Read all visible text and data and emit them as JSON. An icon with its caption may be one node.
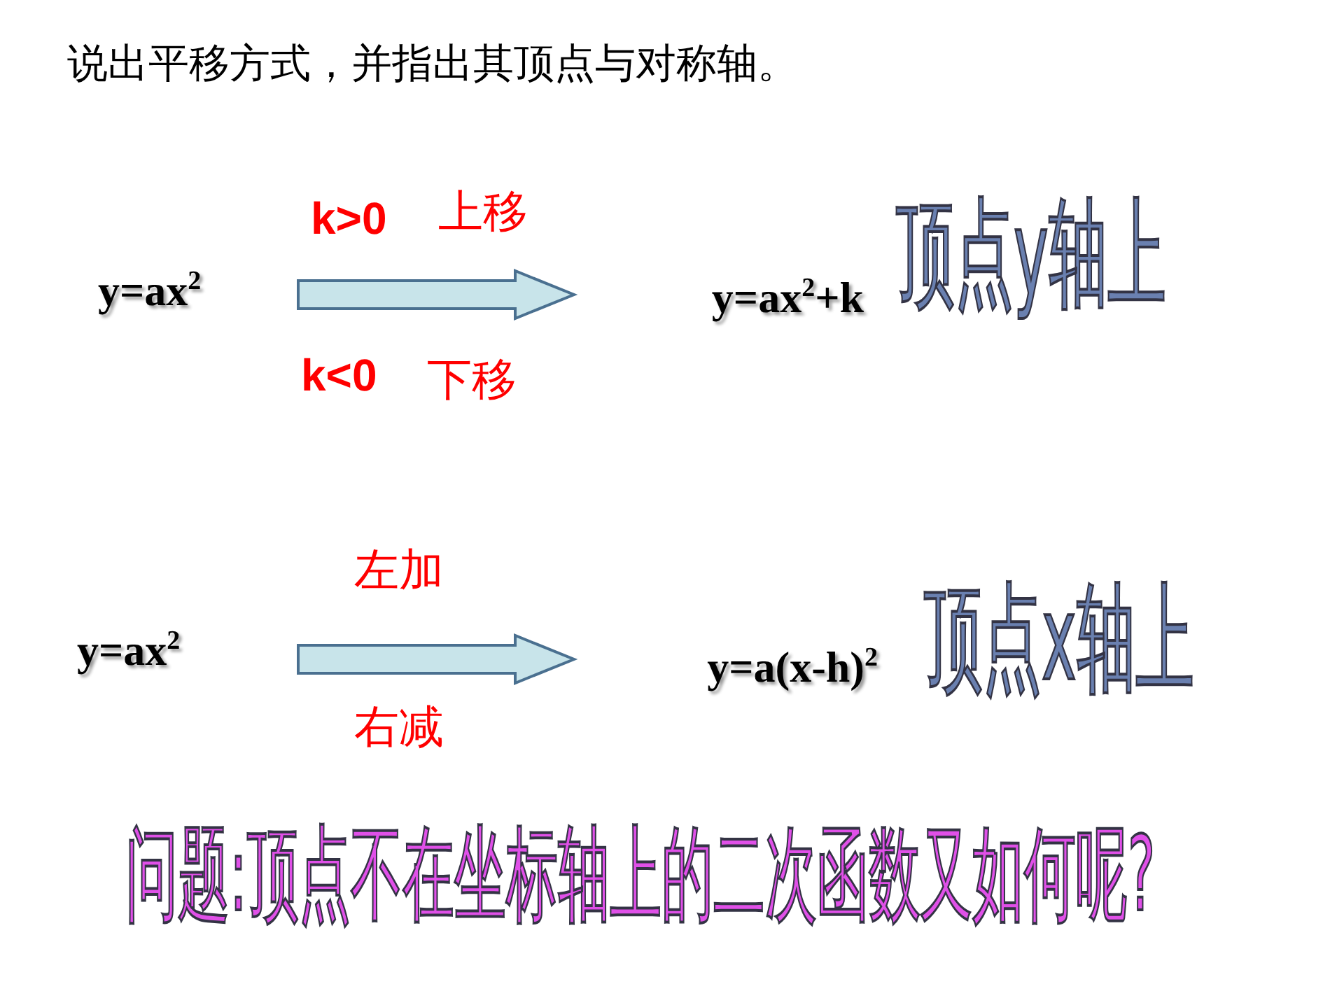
{
  "diagram": {
    "title": "说出平移方式，并指出其顶点与对称轴。",
    "nodes": [
      {
        "text": [
          "y=ax$^{2}$"
        ]
      },
      {
        "text": [
          "y=ax$^{2}$+k"
        ]
      },
      {
        "text": [
          "y=ax$^{2}$"
        ]
      },
      {
        "text": [
          "y=a(x-h)$^{2}$"
        ]
      }
    ],
    "edges": [
      {
        "from": 0,
        "to": 1,
        "arrow": "to"
      },
      {
        "from": 2,
        "to": 3,
        "arrow": "to"
      }
    ],
    "labels": [
      "k>0",
      "上移",
      "k<0",
      "下移",
      "顶点y轴上",
      "左加",
      "右减",
      "顶点x轴上",
      "问题:顶点不在坐标轴上的二次函数又如何呢?"
    ]
  }
}
